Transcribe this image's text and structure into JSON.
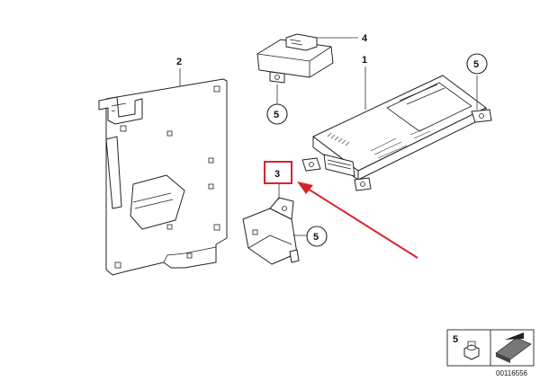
{
  "diagram": {
    "reference_number": "00116556",
    "callouts": [
      {
        "id": "1",
        "text": "1"
      },
      {
        "id": "2",
        "text": "2"
      },
      {
        "id": "3",
        "text": "3"
      },
      {
        "id": "4",
        "text": "4"
      },
      {
        "id": "5a",
        "text": "5"
      },
      {
        "id": "5b",
        "text": "5"
      },
      {
        "id": "5c",
        "text": "5"
      }
    ],
    "highlighted_part": "3",
    "legend": {
      "label": "5"
    },
    "colors": {
      "highlight": "#d9232a",
      "line": "#222222"
    }
  }
}
